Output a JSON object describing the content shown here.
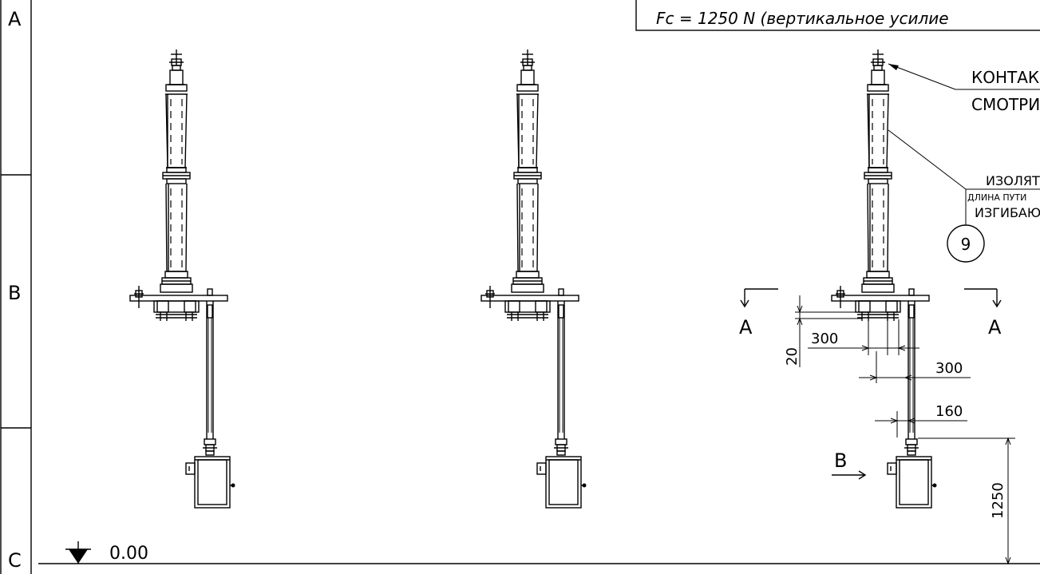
{
  "border_zones": [
    "A",
    "B",
    "C"
  ],
  "note_box": {
    "text": "Fc = 1250 N (вертикальное усилие"
  },
  "level_mark": "0.00",
  "callouts": {
    "contact_1": "КОНТАК",
    "contact_2": "СМОТРИ",
    "insulator_1": "ИЗОЛЯТ",
    "insulator_2": "ДЛИНА ПУТИ",
    "insulator_3": "ИЗГИБАЮ",
    "item_number": "9"
  },
  "section": {
    "left": "A",
    "right": "A",
    "view": "B"
  },
  "dimensions": {
    "d20": "20",
    "d300_top": "300",
    "d300_bottom": "300",
    "d160": "160",
    "d1250": "1250"
  }
}
